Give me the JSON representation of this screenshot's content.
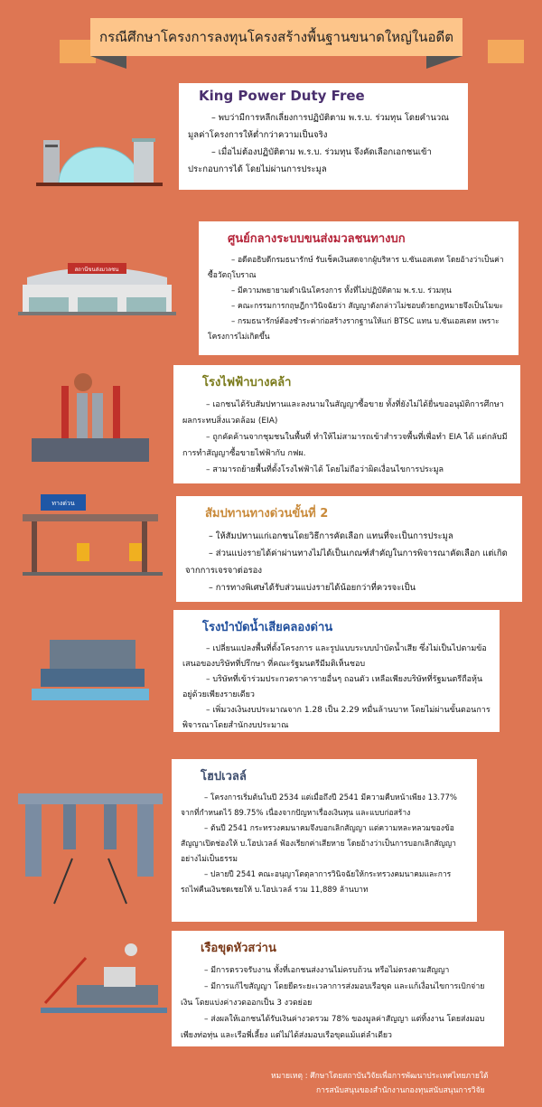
{
  "title": "กรณีศึกษาโครงการลงทุนโครงสร้างพื้นฐานขนาดใหญ่ในอดีต",
  "colors": {
    "background": "#de7653",
    "banner": "#fdc58a"
  },
  "cards": [
    {
      "title": "King Power Duty Free",
      "color": "#4a2f6e",
      "items": [
        "– พบว่ามีการหลีกเลี่ยงการปฏิบัติตาม พ.ร.บ. ร่วมทุน โดยคำนวณมูลค่าโครงการให้ต่ำกว่าความเป็นจริง",
        "– เมื่อไม่ต้องปฏิบัติตาม พ.ร.บ. ร่วมทุน จึงคัดเลือกเอกชนเข้าประกอบการได้ โดยไม่ผ่านการประมูล"
      ]
    },
    {
      "title": "ศูนย์กลางระบบขนส่งมวลชนทางบก",
      "color": "#b5253a",
      "sign": "สถานีขนส่งมวลชน",
      "items": [
        "– อดีตอธิบดีกรมธนารักษ์ รับเช็คเงินสดจากผู้บริหาร บ.ซันเอสเตท โดยอ้างว่าเป็นค่าซื้อวัตถุโบราณ",
        "– มีความพยายามดำเนินโครงการ ทั้งที่ไม่ปฏิบัติตาม พ.ร.บ. ร่วมทุน",
        "– คณะกรรมการกฤษฎีกาวินิจฉัยว่า สัญญาดังกล่าวไม่ชอบด้วยกฎหมายจึงเป็นโมฆะ",
        "– กรมธนารักษ์ต้องชำระค่าก่อสร้างรากฐานให้แก่ BTSC แทน บ.ซันเอสเตท เพราะโครงการไม่เกิดขึ้น"
      ]
    },
    {
      "title": "โรงไฟฟ้าบางคล้า",
      "color": "#7a7a1a",
      "items": [
        "– เอกชนได้รับสัมปทานและลงนามในสัญญาซื้อขาย ทั้งที่ยังไม่ได้ยื่นขออนุมัติการศึกษาผลกระทบสิ่งแวดล้อม (EIA)",
        "– ถูกคัดค้านจากชุมชนในพื้นที่ ทำให้ไม่สามารถเข้าสำรวจพื้นที่เพื่อทำ EIA ได้ แต่กลับมีการทำสัญญาซื้อขายไฟฟ้ากับ กฟผ.",
        "– สามารถย้ายพื้นที่ตั้งโรงไฟฟ้าได้ โดยไม่ถือว่าผิดเงื่อนไขการประมูล"
      ]
    },
    {
      "title": "สัมปทานทางด่วนขั้นที่ 2",
      "color": "#c98a3a",
      "sign": "ทางด่วน",
      "items": [
        "– ให้สัมปทานแก่เอกชนโดยวิธีการคัดเลือก แทนที่จะเป็นการประมูล",
        "– ส่วนแบ่งรายได้ค่าผ่านทางไม่ได้เป็นเกณฑ์สำคัญในการพิจารณาคัดเลือก แต่เกิดจากการเจรจาต่อรอง",
        "– การทางพิเศษได้รับส่วนแบ่งรายได้น้อยกว่าที่ควรจะเป็น"
      ]
    },
    {
      "title": "โรงบำบัดน้ำเสียคลองด่าน",
      "color": "#1f4e9c",
      "items": [
        "– เปลี่ยนแปลงพื้นที่ตั้งโครงการ และรูปแบบระบบบำบัดน้ำเสีย ซึ่งไม่เป็นไปตามข้อเสนอของบริษัทที่ปรึกษา ที่คณะรัฐมนตรีมีมติเห็นชอบ",
        "– บริษัทที่เข้าร่วมประกวดราคารายอื่นๆ ถอนตัว เหลือเพียงบริษัทที่รัฐมนตรีถือหุ้นอยู่ด้วยเพียงรายเดียว",
        "– เพิ่มวงเงินงบประมาณจาก 1.28 เป็น 2.29 หมื่นล้านบาท โดยไม่ผ่านขั้นตอนการพิจารณาโดยสำนักงบประมาณ"
      ]
    },
    {
      "title": "โฮปเวลล์",
      "color": "#3e4e6e",
      "items": [
        "– โครงการเริ่มต้นในปี 2534 แต่เมื่อถึงปี 2541 มีความคืบหน้าเพียง 13.77% จากที่กำหนดไว้ 89.75% เนื่องจากปัญหาเรื่องเงินทุน และแบบก่อสร้าง",
        "– ต้นปี 2541 กระทรวงคมนาคมจึงบอกเลิกสัญญา แต่ความหละหลวมของข้อสัญญาเปิดช่องให้ บ.โฮปเวลล์ ฟ้องเรียกค่าเสียหาย โดยอ้างว่าเป็นการบอกเลิกสัญญาอย่างไม่เป็นธรรม",
        "– ปลายปี 2541 คณะอนุญาโตตุลาการวินิจฉัยให้กระทรวงคมนาคมและการรถไฟคืนเงินชดเชยให้ บ.โฮปเวลล์ รวม 11,889 ล้านบาท"
      ]
    },
    {
      "title": "เรือขุดหัวสว่าน",
      "color": "#7a3a1a",
      "items": [
        "– มีการตรวจรับงาน ทั้งที่เอกชนส่งงานไม่ครบถ้วน หรือไม่ตรงตามสัญญา",
        "– มีการแก้ไขสัญญา โดยยืดระยะเวลาการส่งมอบเรือขุด และแก้เงื่อนไขการเบิกจ่ายเงิน โดยแบ่งค่างวดออกเป็น 3 งวดย่อย",
        "– ส่งผลให้เอกชนได้รับเงินค่างวดรวม 78% ของมูลค่าสัญญา แต่ทิ้งงาน โดยส่งมอบเพียงท่อทุ่น และเรือพี่เลี้ยง แต่ไม่ได้ส่งมอบเรือขุดแม้แต่ลำเดียว"
      ]
    }
  ],
  "note": {
    "label": "หมายเหตุ :",
    "line1": "ศึกษาโดยสถาบันวิจัยเพื่อการพัฒนาประเทศไทยภายใต้",
    "line2": "การสนับสนุนของสำนักงานกองทุนสนับสนุนการวิจัย"
  }
}
